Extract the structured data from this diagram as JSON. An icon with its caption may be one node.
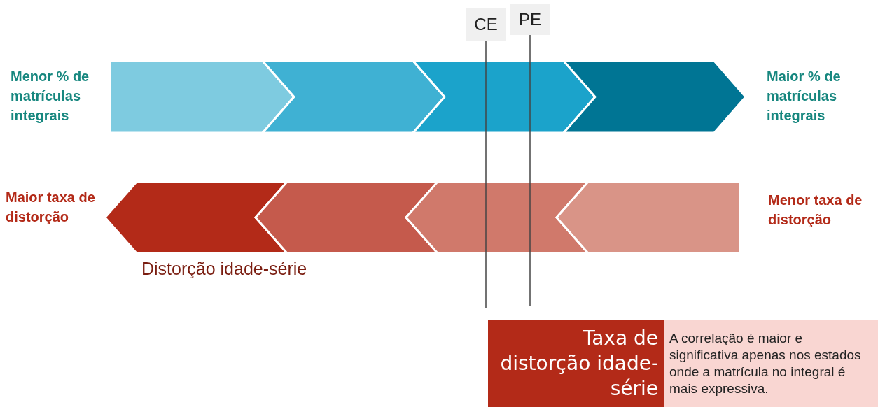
{
  "diagram": {
    "nodes": [
      {
        "text": [
          "CE"
        ]
      },
      {
        "text": [
          "PE"
        ]
      },
      {
        "text": [
          "Taxa de distorção idade-série"
        ]
      },
      {
        "text": [
          "A correlação é maior e significativa apenas nos estados onde a matrícula no integral é mais expressiva."
        ]
      }
    ],
    "edges": [
      {
        "from": 0,
        "to": null,
        "arrow": "none"
      },
      {
        "from": 1,
        "to": null,
        "arrow": "none"
      }
    ],
    "labels": [
      "Menor % de matrículas integrais",
      "Maior % de matrículas integrais",
      "Maior taxa de distorção",
      "Menor taxa de distorção",
      "Distorção idade-série"
    ]
  }
}
